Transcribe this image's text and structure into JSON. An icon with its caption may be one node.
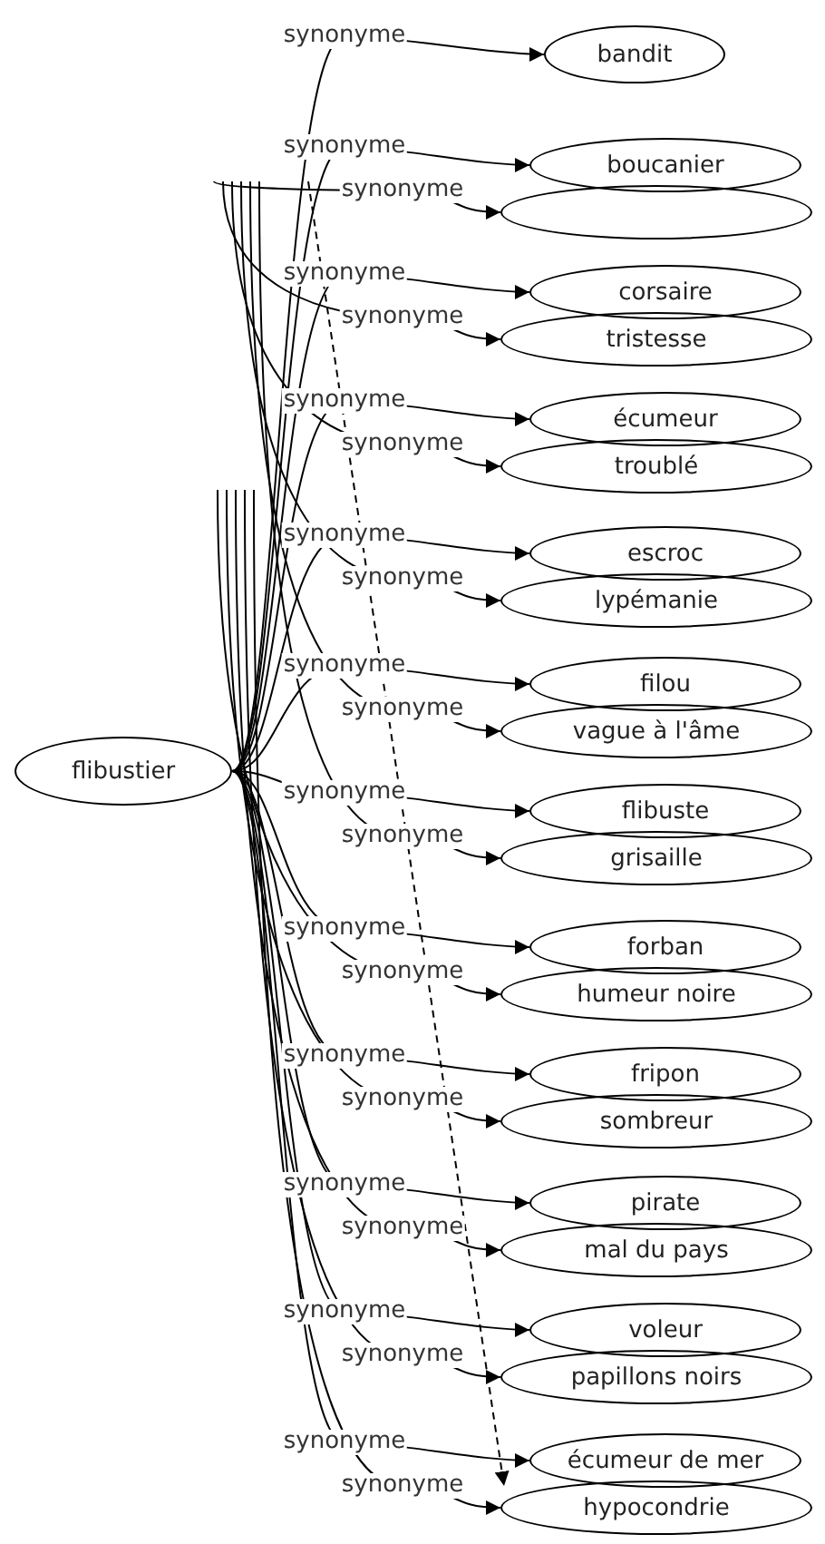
{
  "diagram": {
    "nodes": [
      {
        "text": [
          "flibustier"
        ]
      },
      {
        "text": [
          "bandit"
        ]
      },
      {
        "text": [
          "boucanier"
        ]
      },
      {
        "text": [],
        "shape": "ellipse"
      },
      {
        "text": [
          "corsaire"
        ]
      },
      {
        "text": [
          "tristesse"
        ]
      },
      {
        "text": [
          "écumeur"
        ]
      },
      {
        "text": [
          "troublé"
        ]
      },
      {
        "text": [
          "escroc"
        ]
      },
      {
        "text": [
          "lypémanie"
        ]
      },
      {
        "text": [
          "filou"
        ]
      },
      {
        "text": [
          "vague à l'âme"
        ]
      },
      {
        "text": [
          "flibuste"
        ]
      },
      {
        "text": [
          "grisaille"
        ]
      },
      {
        "text": [
          "forban"
        ]
      },
      {
        "text": [
          "humeur noire"
        ]
      },
      {
        "text": [
          "fripon"
        ]
      },
      {
        "text": [
          "sombreur"
        ]
      },
      {
        "text": [
          "pirate"
        ]
      },
      {
        "text": [
          "mal du pays"
        ]
      },
      {
        "text": [
          "voleur"
        ]
      },
      {
        "text": [
          "papillons noirs"
        ]
      },
      {
        "text": [
          "écumeur de mer"
        ]
      },
      {
        "text": [
          "hypocondrie"
        ]
      }
    ],
    "edges": [
      {
        "from": 0,
        "to": 1,
        "arrow": "to",
        "label": "synonyme"
      },
      {
        "from": 0,
        "to": 2,
        "arrow": "to",
        "label": "synonyme"
      },
      {
        "from": 0,
        "to": 4,
        "arrow": "to",
        "label": "synonyme"
      },
      {
        "from": 0,
        "to": 6,
        "arrow": "to",
        "label": "synonyme"
      },
      {
        "from": 0,
        "to": 8,
        "arrow": "to",
        "label": "synonyme"
      },
      {
        "from": 0,
        "to": 10,
        "arrow": "to",
        "label": "synonyme"
      },
      {
        "from": 0,
        "to": 12,
        "arrow": "to",
        "label": "synonyme"
      },
      {
        "from": 0,
        "to": 14,
        "arrow": "to",
        "label": "synonyme"
      },
      {
        "from": 0,
        "to": 16,
        "arrow": "to",
        "label": "synonyme"
      },
      {
        "from": 0,
        "to": 18,
        "arrow": "to",
        "label": "synonyme"
      },
      {
        "from": 0,
        "to": 20,
        "arrow": "to",
        "label": "synonyme"
      },
      {
        "from": 0,
        "to": 22,
        "arrow": "to",
        "label": "synonyme"
      },
      {
        "from": null,
        "to": 3,
        "arrow": "to",
        "label": "synonyme"
      },
      {
        "from": null,
        "to": 5,
        "arrow": "to",
        "label": "synonyme"
      },
      {
        "from": null,
        "to": 7,
        "arrow": "to",
        "label": "synonyme"
      },
      {
        "from": null,
        "to": 9,
        "arrow": "to",
        "label": "synonyme"
      },
      {
        "from": null,
        "to": 11,
        "arrow": "to",
        "label": "synonyme"
      },
      {
        "from": null,
        "to": 13,
        "arrow": "to",
        "label": "synonyme"
      },
      {
        "from": null,
        "to": 15,
        "arrow": "to",
        "label": "synonyme"
      },
      {
        "from": null,
        "to": 17,
        "arrow": "to",
        "label": "synonyme"
      },
      {
        "from": null,
        "to": 19,
        "arrow": "to",
        "label": "synonyme"
      },
      {
        "from": null,
        "to": 21,
        "arrow": "to",
        "label": "synonyme"
      },
      {
        "from": null,
        "to": 23,
        "arrow": "to",
        "label": "synonyme"
      },
      {
        "from": null,
        "to": 23,
        "arrow": "to",
        "style": "dashed"
      }
    ]
  }
}
